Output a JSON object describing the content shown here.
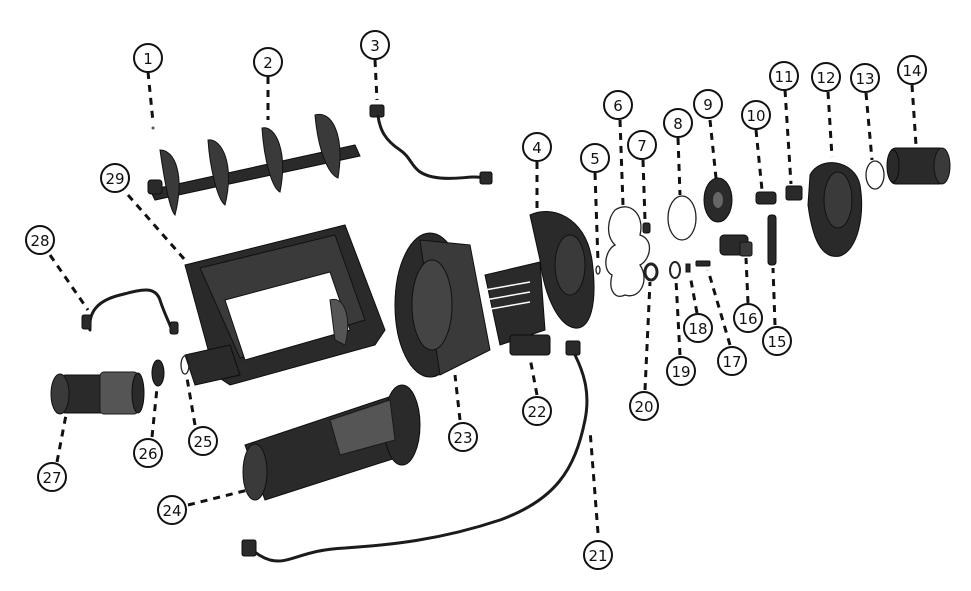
{
  "diagram": {
    "type": "exploded-parts-view",
    "callouts": [
      {
        "id": "1",
        "label": "1"
      },
      {
        "id": "2",
        "label": "2"
      },
      {
        "id": "3",
        "label": "3"
      },
      {
        "id": "4",
        "label": "4"
      },
      {
        "id": "5",
        "label": "5"
      },
      {
        "id": "6",
        "label": "6"
      },
      {
        "id": "7",
        "label": "7"
      },
      {
        "id": "8",
        "label": "8"
      },
      {
        "id": "9",
        "label": "9"
      },
      {
        "id": "10",
        "label": "10"
      },
      {
        "id": "11",
        "label": "11"
      },
      {
        "id": "12",
        "label": "12"
      },
      {
        "id": "13",
        "label": "13"
      },
      {
        "id": "14",
        "label": "14"
      },
      {
        "id": "15",
        "label": "15"
      },
      {
        "id": "16",
        "label": "16"
      },
      {
        "id": "17",
        "label": "17"
      },
      {
        "id": "18",
        "label": "18"
      },
      {
        "id": "19",
        "label": "19"
      },
      {
        "id": "20",
        "label": "20"
      },
      {
        "id": "21",
        "label": "21"
      },
      {
        "id": "22",
        "label": "22"
      },
      {
        "id": "23",
        "label": "23"
      },
      {
        "id": "24",
        "label": "24"
      },
      {
        "id": "25",
        "label": "25"
      },
      {
        "id": "26",
        "label": "26"
      },
      {
        "id": "27",
        "label": "27"
      },
      {
        "id": "28",
        "label": "28"
      },
      {
        "id": "29",
        "label": "29"
      }
    ]
  },
  "colors": {
    "part_dark": "#2a2a2a",
    "callout_stroke": "#111111",
    "background": "#ffffff"
  }
}
